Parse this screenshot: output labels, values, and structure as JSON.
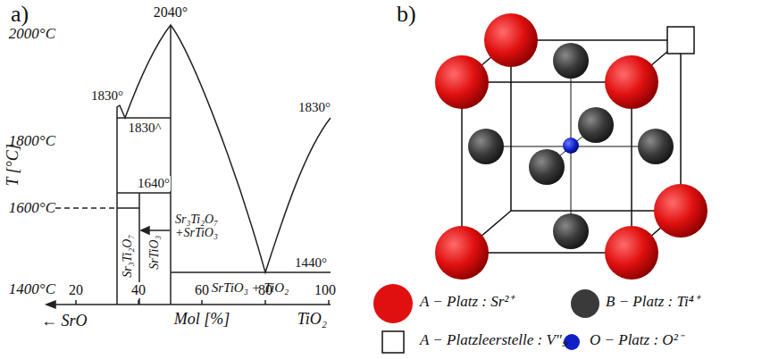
{
  "diagram": {
    "labels": [
      "a)",
      "b)",
      "2040°",
      "2000°C",
      "1830°",
      "1830^",
      "1830°",
      "1800°C",
      "1640°",
      "1600°C",
      "Sr₃Ti₂O₇ +SrTiO₃",
      "1400°C",
      "1440°",
      "Sr₃Ti₂O₇",
      "SrTiO₃",
      "SrTiO₃ + TiO₂",
      "20",
      "40",
      "60",
      "80",
      "100",
      "T [°C]",
      "← SrO",
      "Mol [%]",
      "TiO₂"
    ],
    "legend": [
      {
        "text": "A − Platz : Sr²⁺",
        "color": "#e01010"
      },
      {
        "text": "B − Platz : Ti⁴⁺",
        "color": "#3a3a3a"
      },
      {
        "text": "A − Platzleerstelle : V″ₛᵣ"
      },
      {
        "text": "O − Platz : O²⁻",
        "color": "#1020c8"
      }
    ]
  }
}
